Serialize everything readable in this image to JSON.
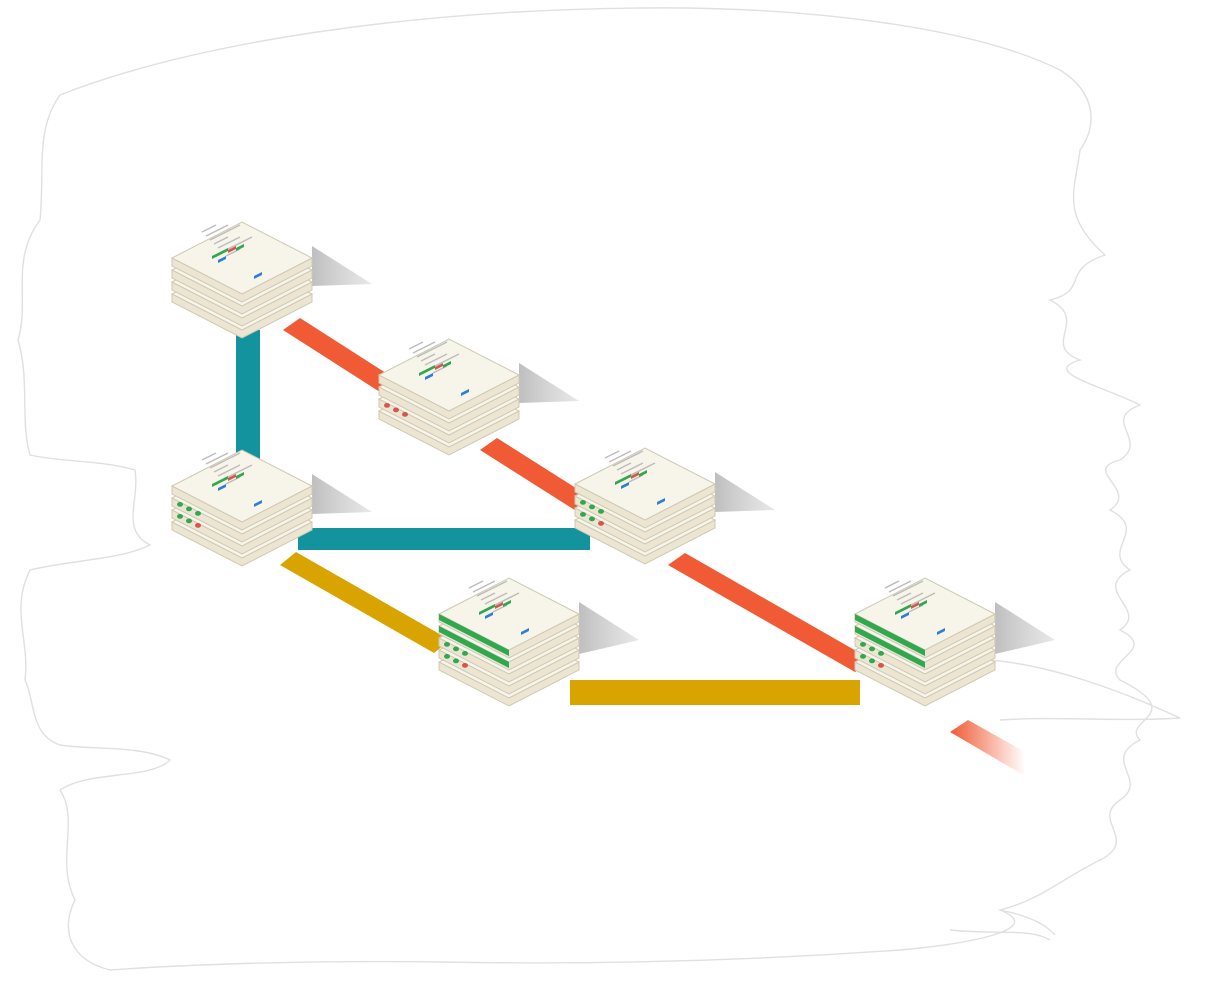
{
  "diagram": {
    "kind": "isometric-branch-merge-graph",
    "colors": {
      "branch_main": "#f05a35",
      "branch_teal": "#13939e",
      "branch_gold": "#d9a400",
      "page": "#f7f4ea",
      "page_edge": "#cfc8b2",
      "shadow": "#c9c9c9",
      "outline": "#e2e2e2",
      "text_line": "#bdbdbd",
      "commit_green": "#2fa84f",
      "commit_red": "#d9534f",
      "commit_blue": "#2f7ed8"
    },
    "edges": [
      {
        "id": "main-1",
        "color_key": "branch_main",
        "from": "stack-top-left",
        "to": "stack-mid-top"
      },
      {
        "id": "main-2",
        "color_key": "branch_main",
        "from": "stack-mid-top",
        "to": "stack-mid-right"
      },
      {
        "id": "main-3",
        "color_key": "branch_main",
        "from": "stack-mid-right",
        "to": "stack-right"
      },
      {
        "id": "main-4",
        "color_key": "branch_main",
        "from": "stack-right",
        "to": "offscreen"
      },
      {
        "id": "teal-1",
        "color_key": "branch_teal",
        "from": "stack-top-left",
        "to": "stack-mid-left"
      },
      {
        "id": "teal-2",
        "color_key": "branch_teal",
        "from": "stack-mid-left",
        "to": "stack-mid-right"
      },
      {
        "id": "gold-1",
        "color_key": "branch_gold",
        "from": "stack-mid-left",
        "to": "stack-bottom"
      },
      {
        "id": "gold-2",
        "color_key": "branch_gold",
        "from": "stack-bottom",
        "to": "stack-right"
      }
    ],
    "nodes": [
      {
        "id": "stack-top-left",
        "layers": 4,
        "green_bars": 0,
        "bullet_rows": []
      },
      {
        "id": "stack-mid-top",
        "layers": 4,
        "green_bars": 0,
        "bullet_rows": [
          "red"
        ]
      },
      {
        "id": "stack-mid-left",
        "layers": 4,
        "green_bars": 0,
        "bullet_rows": [
          "green",
          "mixed"
        ]
      },
      {
        "id": "stack-mid-right",
        "layers": 4,
        "green_bars": 0,
        "bullet_rows": [
          "green",
          "mixed"
        ]
      },
      {
        "id": "stack-bottom",
        "layers": 5,
        "green_bars": 2,
        "bullet_rows": [
          "green",
          "mixed"
        ]
      },
      {
        "id": "stack-right",
        "layers": 5,
        "green_bars": 2,
        "bullet_rows": [
          "green",
          "mixed"
        ]
      }
    ]
  }
}
